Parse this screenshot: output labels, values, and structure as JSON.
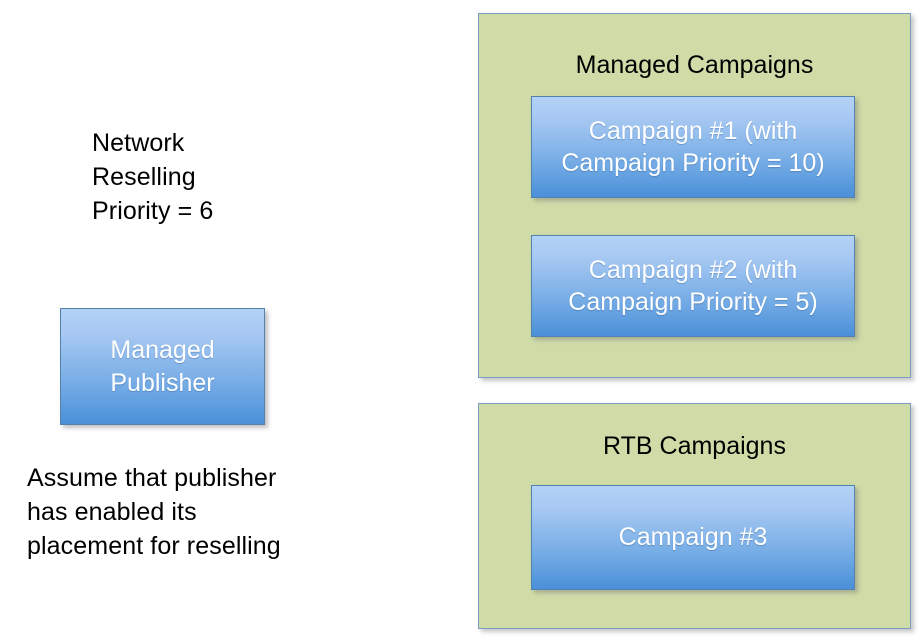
{
  "diagram": {
    "background_color": "#ffffff",
    "accent_green": "#cfdca8",
    "accent_blue_top": "#b3d2f6",
    "accent_blue_bottom": "#4a90d9",
    "border_color": "#7a9cc0"
  },
  "left": {
    "network_note": "Network\nReselling\nPriority = 6",
    "publisher_box_label": "Managed\nPublisher",
    "assumption_note": "Assume that publisher\nhas enabled its\nplacement for reselling"
  },
  "panels": [
    {
      "title": "Managed Campaigns",
      "campaigns": [
        {
          "label": "Campaign #1 (with\nCampaign Priority = 10)"
        },
        {
          "label": "Campaign #2 (with\nCampaign Priority = 5)"
        }
      ]
    },
    {
      "title": "RTB Campaigns",
      "campaigns": [
        {
          "label": "Campaign #3"
        }
      ]
    }
  ]
}
